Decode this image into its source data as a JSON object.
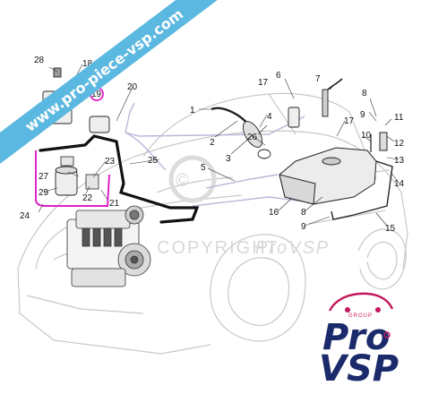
{
  "banner": {
    "text": "www.pro-piece-vsp.com",
    "color": "#5bb8e0"
  },
  "watermark": {
    "text": "COPYRIGHT",
    "brand": "ProVSP"
  },
  "logo": {
    "group": "GROUP",
    "pro": "Pro",
    "vsp": "VSP",
    "brand_color": "#1b2a6b",
    "accent_color": "#c2185b"
  },
  "callouts": [
    "1",
    "2",
    "3",
    "4",
    "5",
    "6",
    "7",
    "8",
    "9",
    "10",
    "11",
    "12",
    "13",
    "14",
    "15",
    "16",
    "17",
    "17",
    "18",
    "19",
    "20",
    "21",
    "21",
    "22",
    "23",
    "24",
    "25",
    "26",
    "27",
    "28",
    "29",
    "8",
    "9"
  ],
  "highlight_color": "#e020c8",
  "hose_color": "#111111",
  "line_color": "#b8b8d8"
}
